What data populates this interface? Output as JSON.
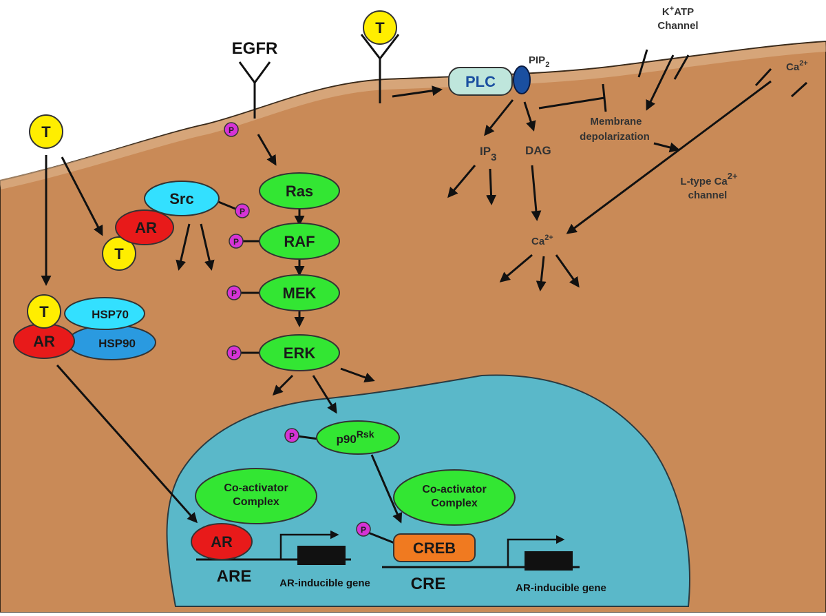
{
  "labels": {
    "t": "T",
    "egfr": "EGFR",
    "p": "P",
    "plc": "PLC",
    "pip2_base": "PIP",
    "pip2_sub": "2",
    "katp_k": "K",
    "katp_plus": "+",
    "katp_atp": "ATP",
    "katp_channel": "Channel",
    "ca_base": "Ca",
    "ca_sup": "2+",
    "ip3_base": "IP",
    "ip3_sub": "3",
    "dag": "DAG",
    "membrane_line1": "Membrane",
    "membrane_line2": "depolarization",
    "ltype_line1": "L-type Ca",
    "ltype_sup": "2+",
    "ltype_line2": "channel",
    "ras": "Ras",
    "raf": "RAF",
    "mek": "MEK",
    "erk": "ERK",
    "src": "Src",
    "ar": "AR",
    "hsp70": "HSP70",
    "hsp90": "HSP90",
    "p90_base": "p90",
    "p90_sup": "Rsk",
    "coactivator_line1": "Co-activator",
    "coactivator_line2": "Complex",
    "creb": "CREB",
    "are": "ARE",
    "cre": "CRE",
    "ar_gene": "AR-inducible gene"
  },
  "colors": {
    "cytoplasm": "#c98a57",
    "nucleus": "#5ab8c9",
    "green_node": "#33e633",
    "src_node": "#33e0ff",
    "ar_node": "#e81a1a",
    "hsp90_node": "#2a9ae0",
    "phospho": "#d633d6",
    "t_ligand": "#ffee00",
    "plc_fill": "#bfe6dc",
    "pip2_fill": "#1a4fa0",
    "creb_fill": "#f07a20"
  }
}
